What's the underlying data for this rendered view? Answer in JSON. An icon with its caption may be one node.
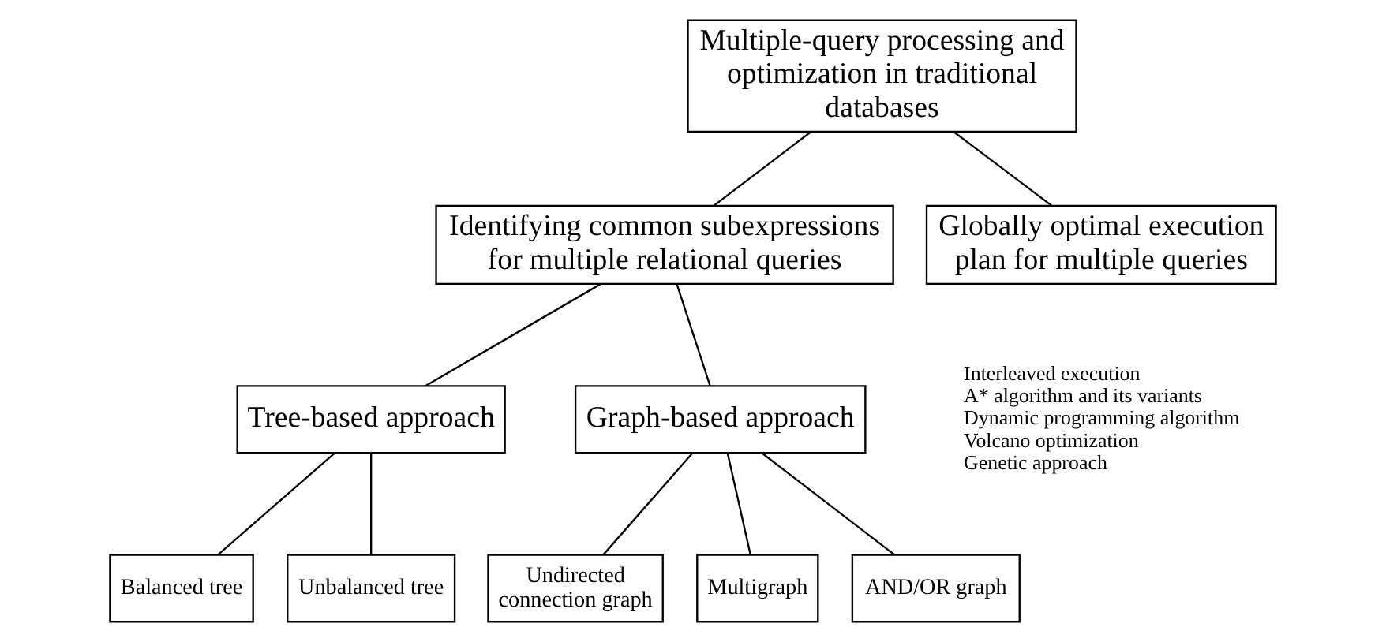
{
  "diagram": {
    "nodes": [
      {
        "text": [
          "Multiple-query processing and optimization in traditional databases"
        ]
      },
      {
        "text": [
          "Identifying common subexpressions for multiple relational queries"
        ]
      },
      {
        "text": [
          "Globally optimal execution plan for multiple queries"
        ],
        "beside": [
          "Interleaved execution",
          "A* algorithm and its variants",
          "Dynamic programming algorithm",
          "Volcano optimization",
          "Genetic approach"
        ]
      },
      {
        "text": [
          "Tree-based approach"
        ]
      },
      {
        "text": [
          "Graph-based approach"
        ]
      },
      {
        "text": [
          "Balanced tree"
        ]
      },
      {
        "text": [
          "Unbalanced tree"
        ]
      },
      {
        "text": [
          "Undirected connection graph"
        ]
      },
      {
        "text": [
          "Multigraph"
        ]
      },
      {
        "text": [
          "AND/OR graph"
        ]
      }
    ],
    "edges": [
      {
        "from": 0,
        "to": 1,
        "arrow": "none"
      },
      {
        "from": 0,
        "to": 2,
        "arrow": "none"
      },
      {
        "from": 1,
        "to": 3,
        "arrow": "none"
      },
      {
        "from": 1,
        "to": 4,
        "arrow": "none"
      },
      {
        "from": 3,
        "to": 5,
        "arrow": "none"
      },
      {
        "from": 3,
        "to": 6,
        "arrow": "none"
      },
      {
        "from": 4,
        "to": 7,
        "arrow": "none"
      },
      {
        "from": 4,
        "to": 8,
        "arrow": "none"
      },
      {
        "from": 4,
        "to": 9,
        "arrow": "none"
      }
    ]
  }
}
